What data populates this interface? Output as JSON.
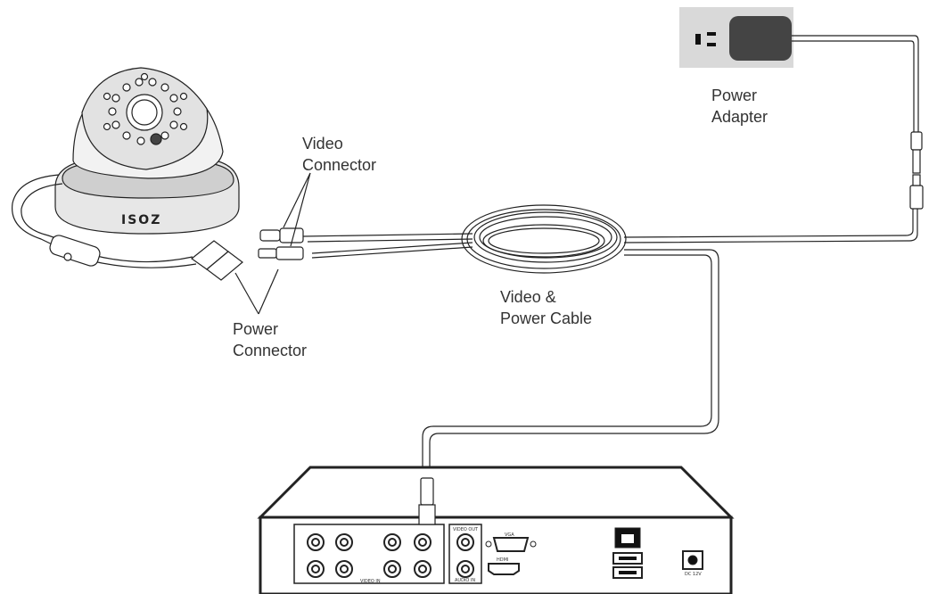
{
  "labels": {
    "power_adapter": [
      "Power",
      "Adapter"
    ],
    "video_connector": [
      "Video",
      "Connector"
    ],
    "video_power_cable": [
      "Video &",
      "Power Cable"
    ],
    "power_connector": [
      "Power",
      "Connector"
    ]
  },
  "camera": {
    "brand": "ISOZ"
  },
  "dvr": {
    "video_in_label": "VIDEO IN",
    "video_out_label": "VIDEO OUT",
    "audio_in_label": "AUDIO IN",
    "vga_label": "VGA",
    "hdmi_label": "HDMI",
    "dc_label": "DC 12V"
  },
  "icons": [
    "dome-camera-icon",
    "power-adapter-icon",
    "wall-outlet-icon",
    "cable-coil-icon",
    "dvr-recorder-icon",
    "bnc-connector-icon",
    "ethernet-port-icon",
    "usb-port-icon",
    "dc-jack-icon"
  ],
  "colors": {
    "line": "#222222",
    "outlet": "#d9d9d9",
    "adapter": "#444444",
    "text": "#333333"
  }
}
